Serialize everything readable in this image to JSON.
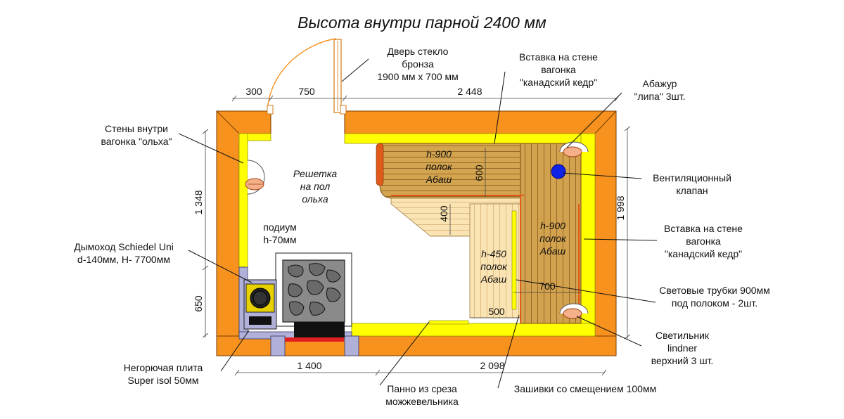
{
  "title": "Высота внутри парной 2400 мм",
  "colors": {
    "outer_wall": "#f7921e",
    "inner_lining": "#ffff00",
    "shelf_dark": "#d2a24e",
    "shelf_light": "#fbe3b2",
    "heater_panel": "#b0b0d8",
    "vent": "#1022e6",
    "stone": "#6f6f6f"
  },
  "dimensions": {
    "top_300": "300",
    "top_750": "750",
    "top_2448": "2 448",
    "left_1348": "1 348",
    "left_650": "650",
    "right_1998": "1 998",
    "bottom_1400": "1 400",
    "bottom_2098": "2 098",
    "d600": "600",
    "d400": "400",
    "d700": "700",
    "d500": "500"
  },
  "labels": {
    "door": [
      "Дверь стекло",
      "бронза",
      "1900 мм х 700 мм"
    ],
    "insert_top": [
      "Вставка на стене",
      "вагонка",
      "\"канадский кедр\""
    ],
    "lampshade": [
      "Абажур",
      "\"липа\" 3шт."
    ],
    "walls": [
      "Стены внутри",
      "вагонка \"ольха\""
    ],
    "vent": [
      "Вентиляционный",
      "клапан"
    ],
    "insert_right": [
      "Вставка на стене",
      "вагонка",
      "\"канадский кедр\""
    ],
    "chimney": [
      "Дымоход Schiedel Uni",
      "d-140мм, H- 7700мм"
    ],
    "light_tubes": [
      "Световые трубки 900мм",
      "под полоком - 2шт."
    ],
    "fixture": [
      "Светильник",
      "lindner",
      "верхний 3 шт."
    ],
    "plate": [
      "Негорючая плита",
      "Super isol 50мм"
    ],
    "panel": [
      "Панно из среза",
      "можжевельника"
    ],
    "offset": [
      "Зашивки со смещением 100мм"
    ]
  },
  "room_text": {
    "grate": [
      "Решетка",
      "на пол",
      "ольха"
    ],
    "podium": [
      "подиум",
      "h-70мм"
    ],
    "shelf_top": [
      "h-900",
      "полок",
      "Абаш"
    ],
    "shelf_right": [
      "h-900",
      "полок",
      "Абаш"
    ],
    "shelf_low": [
      "h-450",
      "полок",
      "Абаш"
    ]
  }
}
